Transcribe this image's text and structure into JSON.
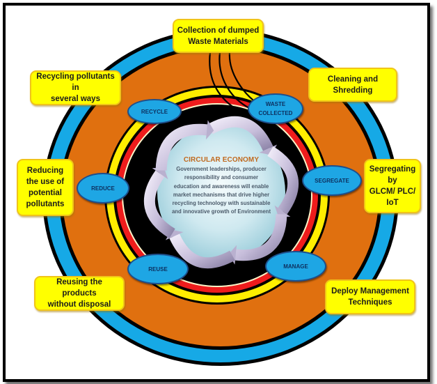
{
  "diagram": {
    "title": "CIRCULAR ECONOMY",
    "center_description": "Government leaderships, producer responsibility and consumer education and awareness will enable market mechanisms that drive higher recycling technology with sustainable and innovative growth of Environment",
    "cycle_stages": [
      {
        "id": "waste-collected",
        "label": "WASTE\nCOLLECTED"
      },
      {
        "id": "segregate",
        "label": "SEGREGATE"
      },
      {
        "id": "manage",
        "label": "MANAGE"
      },
      {
        "id": "reuse",
        "label": "REUSE"
      },
      {
        "id": "reduce",
        "label": "REDUCE"
      },
      {
        "id": "recycle",
        "label": "RECYCLE"
      }
    ],
    "descriptions": [
      {
        "id": "collection",
        "label": "Collection of dumped\nWaste Materials"
      },
      {
        "id": "cleaning",
        "label": "Cleaning and\nShredding"
      },
      {
        "id": "segregating",
        "label": "Segregating\nby\nGLCM/ PLC/\nIoT"
      },
      {
        "id": "deploy",
        "label": "Deploy Management\nTechniques"
      },
      {
        "id": "reusing",
        "label": "Reusing the products\nwithout disposal"
      },
      {
        "id": "reducing",
        "label": "Reducing\nthe use of\npotential\npollutants"
      },
      {
        "id": "recycling",
        "label": "Recycling pollutants in\nseveral ways"
      }
    ],
    "colors": {
      "outer_ring": "#16a9e6",
      "middle_band": "#e0700f",
      "inner_yellow": "#ffee00",
      "inner_red": "#ee1c1c",
      "core": "#000000",
      "hub": "#d6eef4",
      "arrow": "#c9c0dc",
      "callout": "#ffff00",
      "stage_oval": "#1ea6e4"
    }
  }
}
